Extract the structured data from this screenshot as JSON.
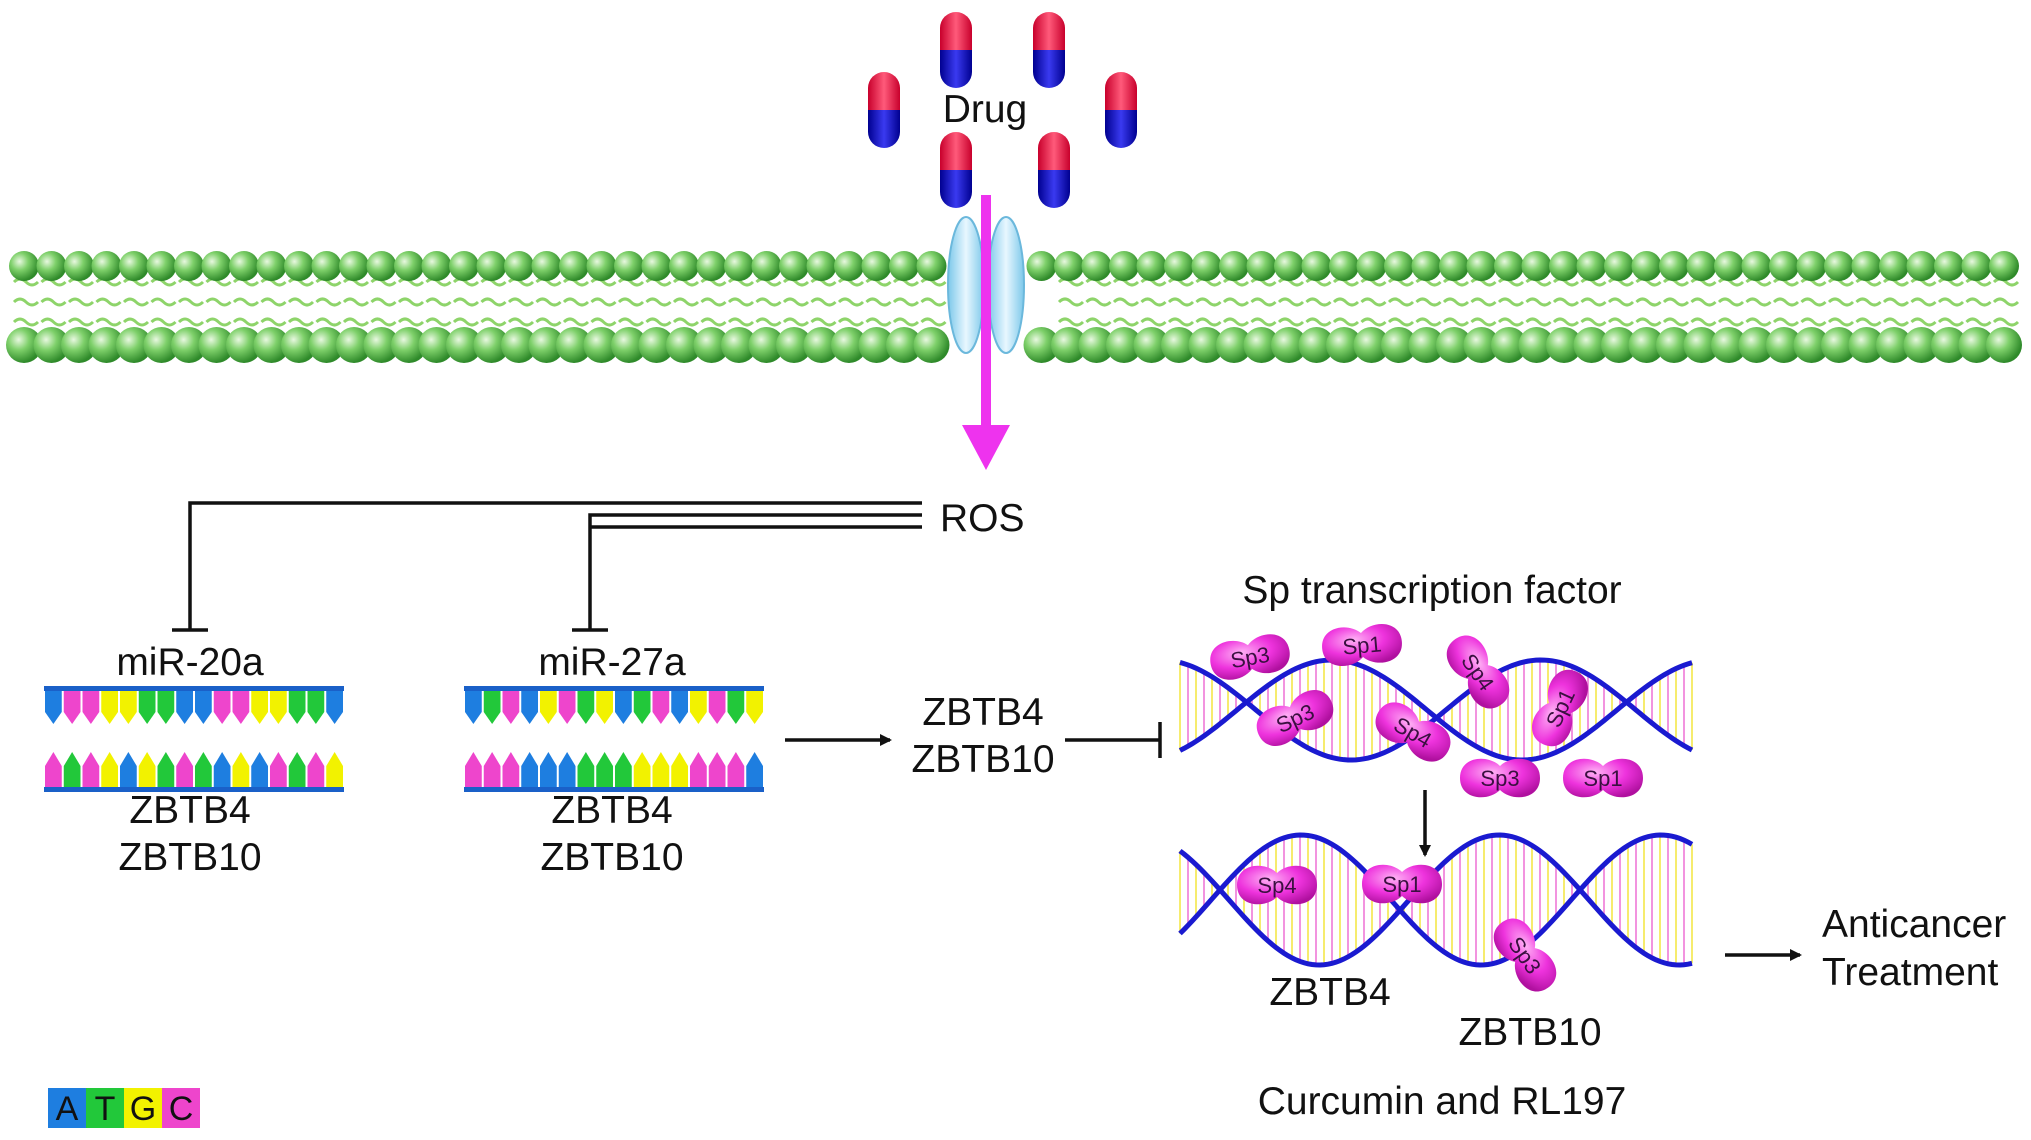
{
  "labels": {
    "drug": "Drug",
    "ros": "ROS",
    "mir20a": "miR-20a",
    "mir27a": "miR-27a",
    "zbtb4": "ZBTB4",
    "zbtb10": "ZBTB10",
    "sp_title": "Sp transcription factor",
    "compound": "Curcumin and RL197",
    "outcome_line1": "Anticancer",
    "outcome_line2": "Treatment"
  },
  "sp_proteins_top": [
    "Sp3",
    "Sp1",
    "Sp4",
    "Sp1",
    "Sp3",
    "Sp4",
    "Sp3",
    "Sp1"
  ],
  "sp_proteins_bottom": [
    "Sp4",
    "Sp1",
    "Sp3"
  ],
  "nucleotide_legend": [
    {
      "letter": "A",
      "color": "#1e7ee0"
    },
    {
      "letter": "T",
      "color": "#22c83a"
    },
    {
      "letter": "G",
      "color": "#f2f200"
    },
    {
      "letter": "C",
      "color": "#ee45cc"
    }
  ],
  "colors": {
    "membrane": "#4fb84a",
    "capsule_top": "#ff1a4d",
    "capsule_bottom": "#1414c8",
    "arrow": "#ee33ee",
    "dna": "#1a1ad0",
    "sp_protein": "#ee33dd",
    "channel": "#9fd8f0"
  }
}
